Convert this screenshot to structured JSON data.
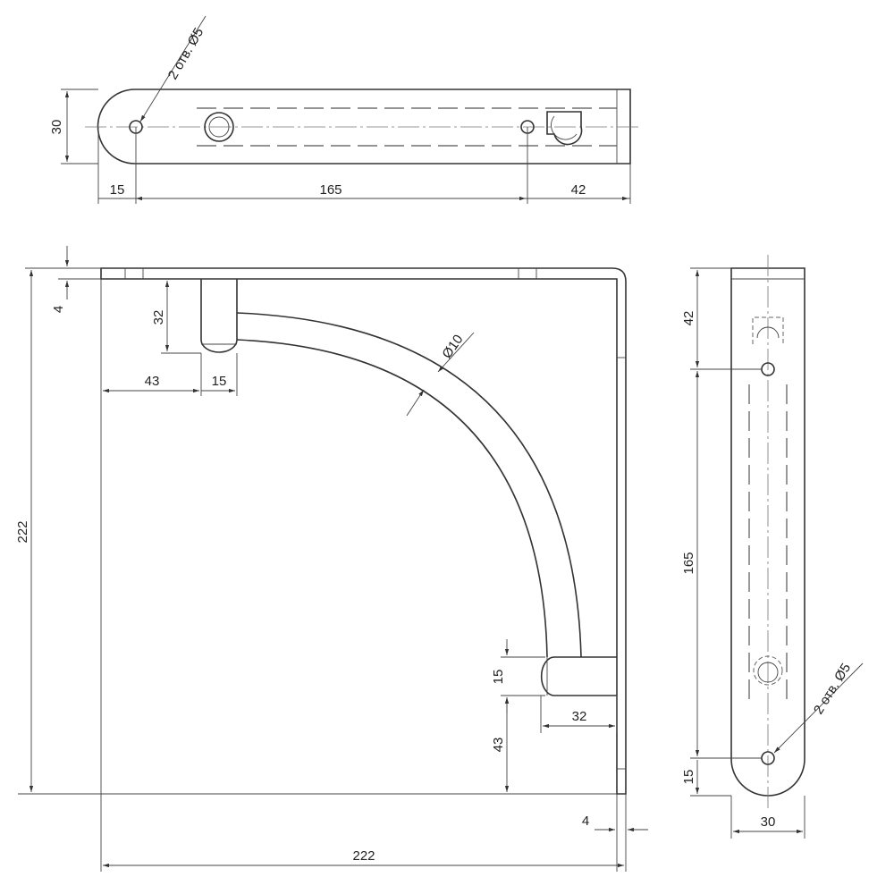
{
  "top_view": {
    "hole_note": "2 отв. Ø5",
    "width_dim": "30",
    "dim_left": "15",
    "dim_middle": "165",
    "dim_right": "42"
  },
  "front_view": {
    "plate_thickness": "4",
    "pin_length": "32",
    "pin_offset": "43",
    "pin_diameter": "15",
    "rod_diameter": "Ø10",
    "height": "222",
    "lower_pin_diameter": "15",
    "lower_pin_offset": "43",
    "lower_pin_length": "32",
    "wall_thickness": "4",
    "width": "222"
  },
  "side_view": {
    "dim_top": "42",
    "dim_middle": "165",
    "dim_bottom": "15",
    "width_dim": "30",
    "hole_note": "2 отв. Ø5"
  }
}
